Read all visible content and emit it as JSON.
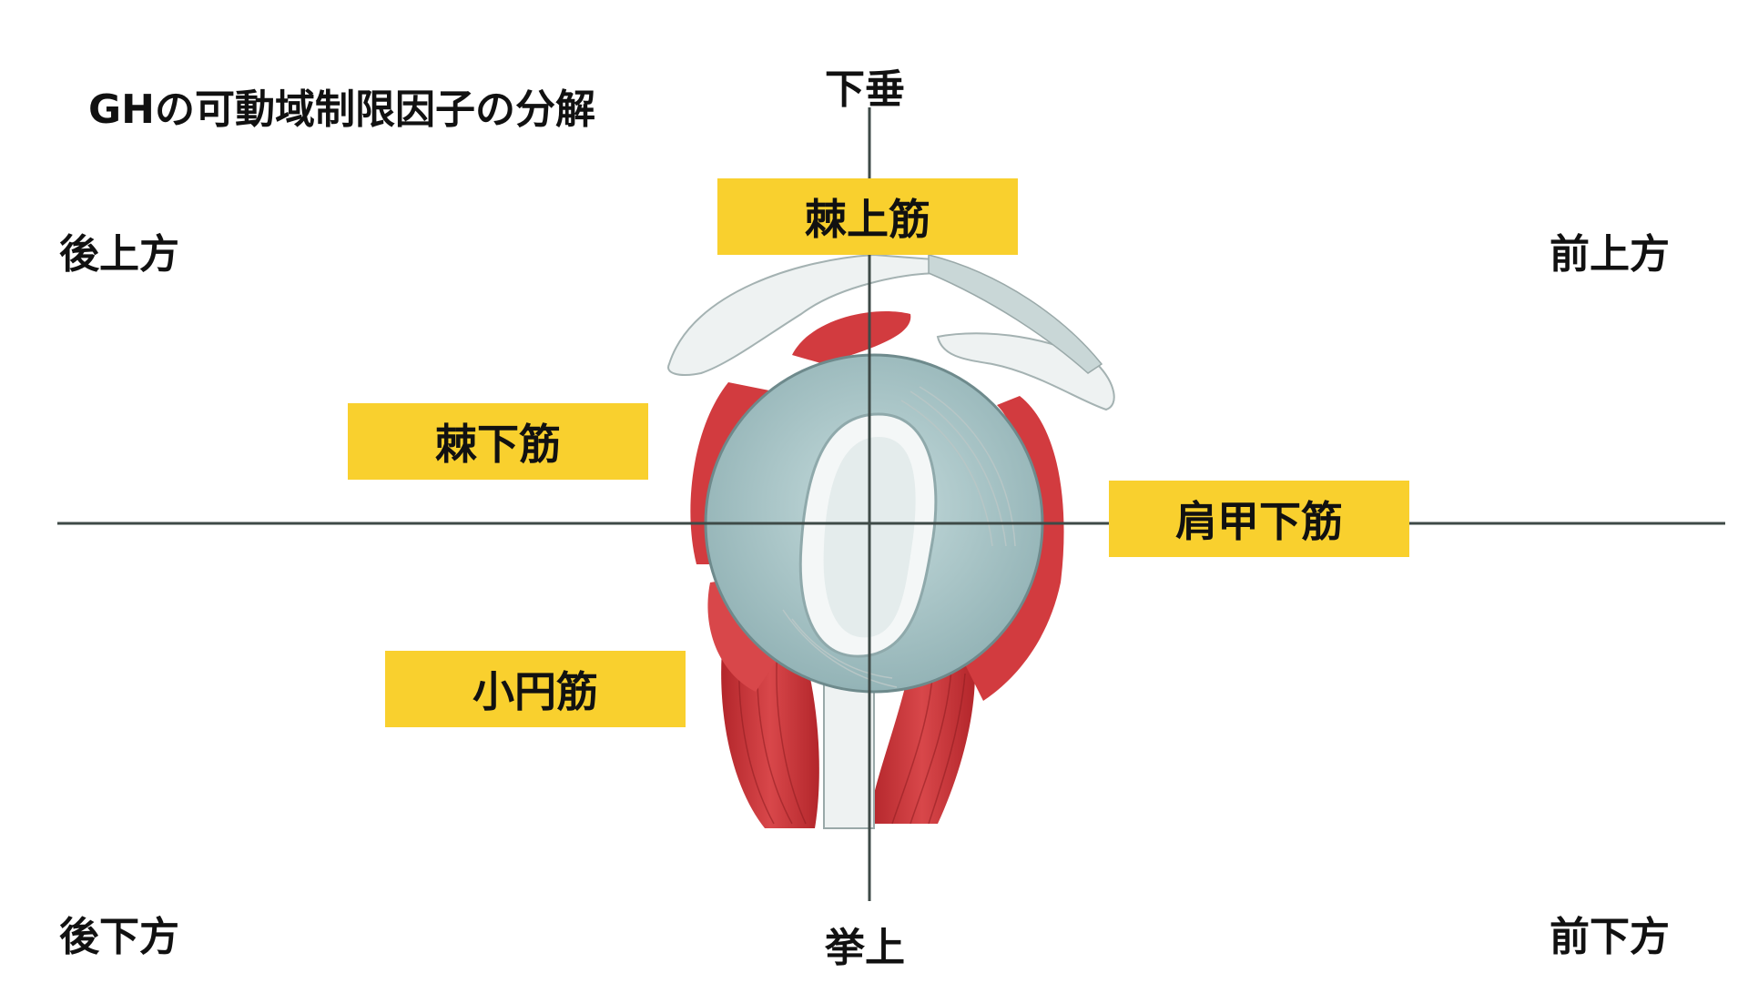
{
  "title": "GHの可動域制限因子の分解",
  "axes": {
    "top": "下垂",
    "bottom": "挙上"
  },
  "directions": {
    "upper_left": "後上方",
    "upper_right": "前上方",
    "lower_left": "後下方",
    "lower_right": "前下方"
  },
  "muscles": {
    "supraspinatus": "棘上筋",
    "infraspinatus": "棘下筋",
    "subscapularis": "肩甲下筋",
    "teres_minor": "小円筋"
  },
  "colors": {
    "label_fill": "#F9D02E",
    "muscle_red": "#D23B3F",
    "muscle_dark": "#B3262B",
    "cartilage": "#A9C6C8",
    "bone_light": "#EEF2F2",
    "axis_line": "#3E4A47"
  }
}
